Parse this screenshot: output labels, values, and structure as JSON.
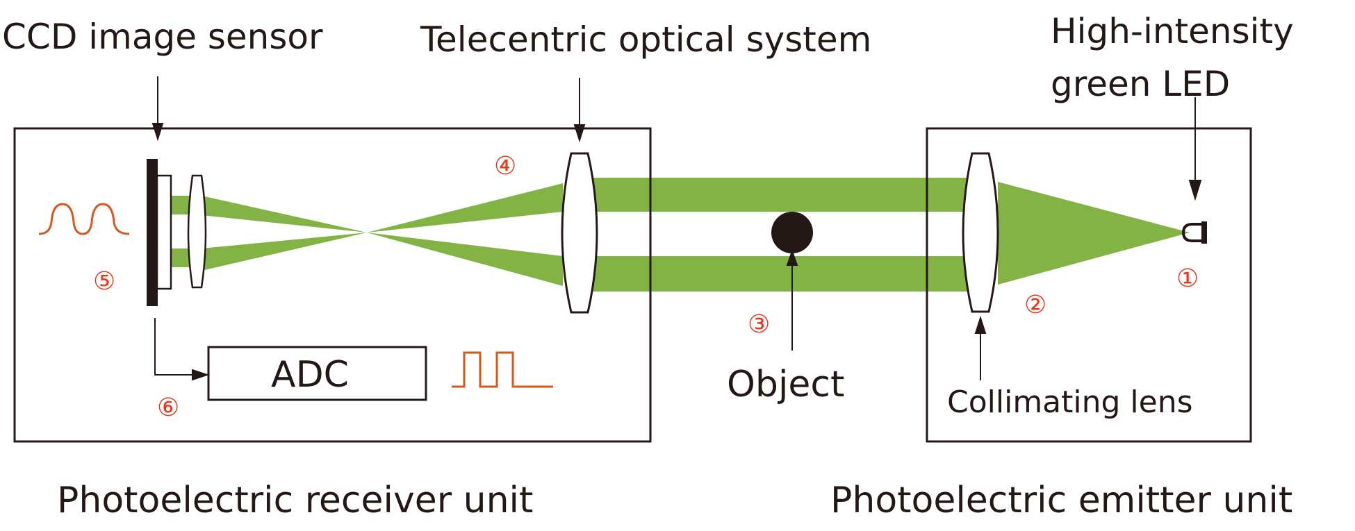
{
  "labels": {
    "ccd_sensor": "CCD image sensor",
    "telecentric": "Telecentric optical system",
    "led_line1": "High-intensity",
    "led_line2": "green LED",
    "adc": "ADC",
    "object": "Object",
    "collimating_lens": "Collimating lens",
    "receiver_unit": "Photoelectric receiver unit",
    "emitter_unit": "Photoelectric emitter unit"
  },
  "markers": {
    "m1": "①",
    "m2": "②",
    "m3": "③",
    "m4": "④",
    "m5": "⑤",
    "m6": "⑥"
  },
  "colors": {
    "beam": "#84b345",
    "signal": "#d9571a",
    "marker": "#e8381c",
    "ink": "#231815"
  }
}
